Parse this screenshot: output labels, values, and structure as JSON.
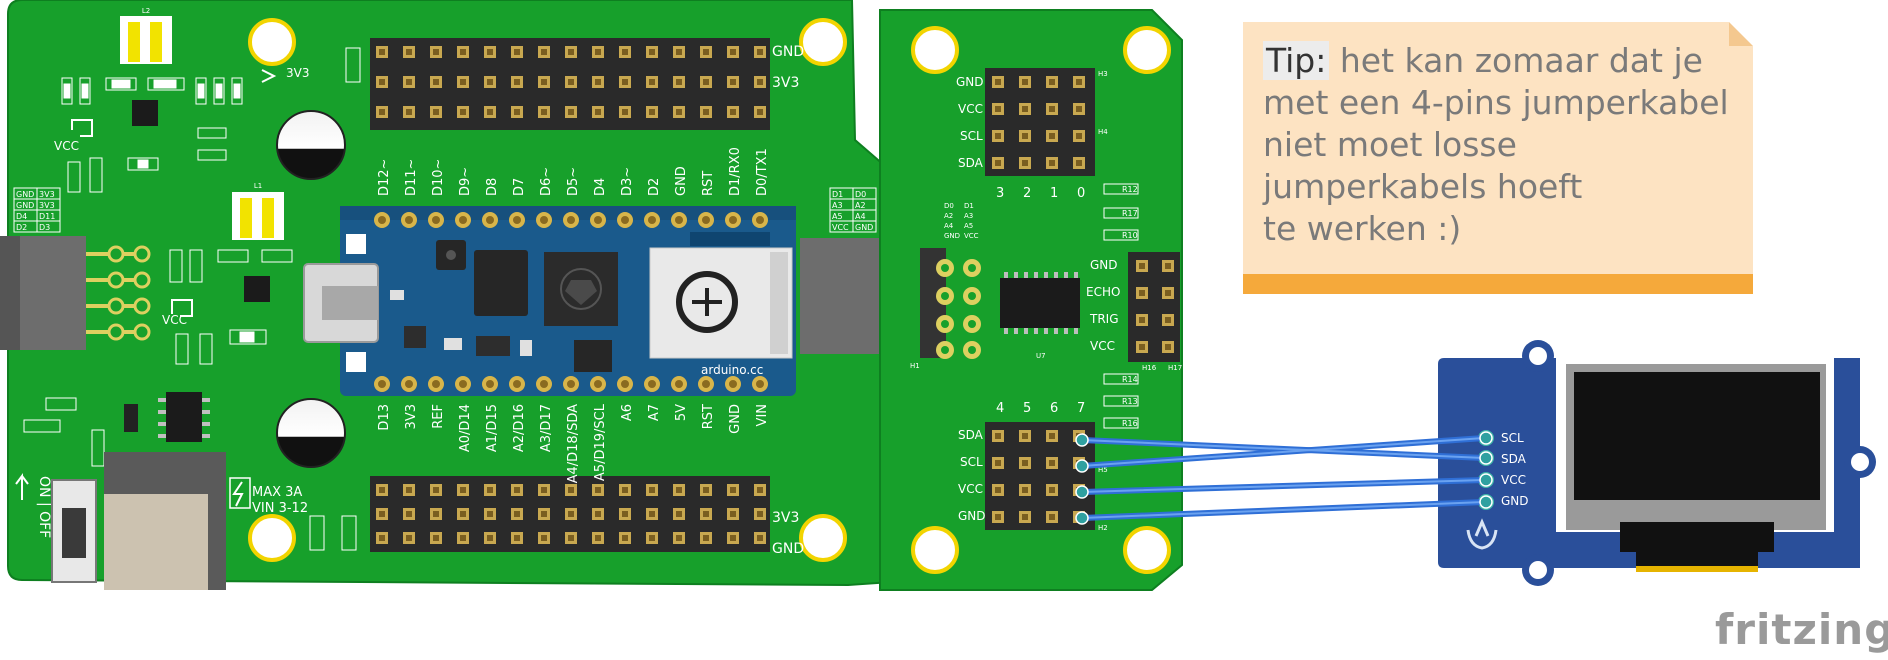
{
  "tip": {
    "lead": "Tip:",
    "lines": [
      "het kan zomaar dat je",
      "met een 4-pins jumperkabel",
      "niet moet losse",
      "jumperkabels hoeft",
      "te werken :)"
    ]
  },
  "brand": "fritzing",
  "shield": {
    "l2": "L2",
    "v3_label": "3V3",
    "vcc_label": "VCC",
    "l1": "L1",
    "header_gnd": "GND",
    "header_3v3": "3V3",
    "top_pins": [
      "D12~",
      "D11~",
      "D10~",
      "D9~",
      "D8",
      "D7",
      "D6~",
      "D5~",
      "D4",
      "D3~",
      "D2",
      "GND",
      "RST",
      "D1/RX0",
      "D0/TX1"
    ],
    "bottom_pins": [
      "D13",
      "3V3",
      "REF",
      "A0/D14",
      "A1/D15",
      "A2/D16",
      "A3/D17",
      "A4/D18/SDA",
      "A5/D19/SCL",
      "A6",
      "A7",
      "5V",
      "RST",
      "GND",
      "VIN"
    ],
    "left_table": [
      "GND",
      "3V3",
      "GND",
      "3V3",
      "D4",
      "D11",
      "D2",
      "D3"
    ],
    "right_table": [
      "D1",
      "D0",
      "A3",
      "A2",
      "A5",
      "A4",
      "VCC",
      "GND"
    ],
    "max_label": "MAX 3A",
    "vin_label": "VIN 3-12",
    "switch_label": "ON | OFF",
    "arduino_site": "arduino.cc"
  },
  "i2c": {
    "top_labels": [
      "GND",
      "VCC",
      "SCL",
      "SDA"
    ],
    "top_numbers": [
      "3",
      "2",
      "1",
      "0"
    ],
    "h3": "H3",
    "h4": "H4",
    "small_labels": [
      "D0",
      "D1",
      "A2",
      "A3",
      "A4",
      "A5",
      "GND",
      "VCC"
    ],
    "h1": "H1",
    "u7": "U7",
    "sonar_labels": [
      "GND",
      "ECHO",
      "TRIG",
      "VCC"
    ],
    "h16": "H16",
    "h17": "H17",
    "resistors": [
      "R12",
      "R17",
      "R10",
      "R14",
      "R13",
      "R16"
    ],
    "bottom_numbers": [
      "4",
      "5",
      "6",
      "7"
    ],
    "bottom_labels": [
      "SDA",
      "SCL",
      "VCC",
      "GND"
    ],
    "h5": "H5",
    "h2": "H2"
  },
  "oled": {
    "pins": [
      "SCL",
      "SDA",
      "VCC",
      "GND"
    ]
  },
  "colors": {
    "pcb_green": "#17a02b",
    "oled_blue": "#2a4f9a",
    "wire_blue": "#2f6fd6",
    "note_body": "#fde3c2",
    "note_bar": "#f5a93b"
  }
}
